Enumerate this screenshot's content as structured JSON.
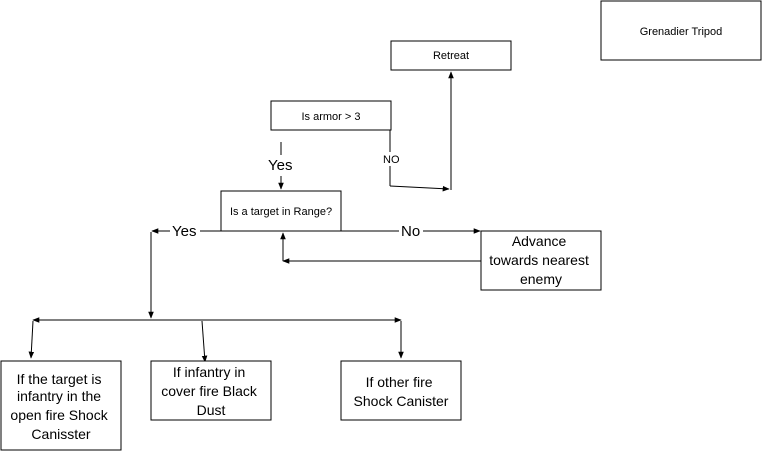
{
  "nodes": {
    "title": "Grenadier Tripod",
    "retreat": "Retreat",
    "armor_check": "Is armor > 3",
    "range_check": "Is a target in Range?",
    "advance": [
      "Advance",
      "towards nearest",
      "enemy"
    ],
    "open_fire": [
      "If the target is",
      "infantry in the",
      "open fire Shock",
      "Canisster"
    ],
    "cover_fire": [
      "If infantry in",
      "cover fire Black",
      "Dust"
    ],
    "other_fire": [
      "If other fire",
      "Shock Canister"
    ]
  },
  "edges": {
    "armor_yes": "Yes",
    "armor_no": "NO",
    "range_yes": "Yes",
    "range_no": "No"
  }
}
